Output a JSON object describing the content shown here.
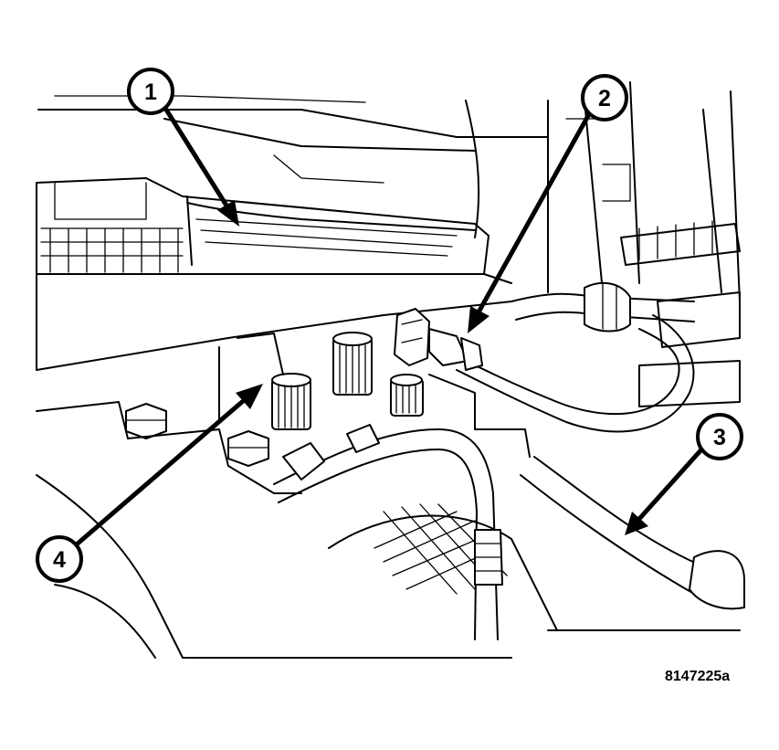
{
  "figure": {
    "id": "8147225a"
  },
  "callouts": [
    {
      "label": "1"
    },
    {
      "label": "2"
    },
    {
      "label": "3"
    },
    {
      "label": "4"
    }
  ]
}
